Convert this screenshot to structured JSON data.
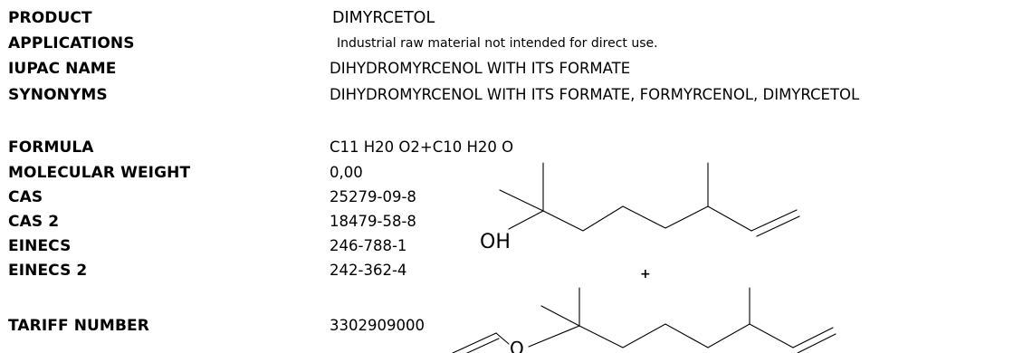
{
  "rows": {
    "product": {
      "label": "PRODUCT",
      "value": "DIMYRCETOL"
    },
    "applications": {
      "label": "APPLICATIONS",
      "value": "Industrial raw material not intended for direct use."
    },
    "iupac": {
      "label": "IUPAC NAME",
      "value": "DIHYDROMYRCENOL WITH ITS FORMATE"
    },
    "synonyms": {
      "label": "SYNONYMS",
      "value": "DIHYDROMYRCENOL WITH ITS FORMATE, FORMYRCENOL, DIMYRCETOL"
    },
    "formula": {
      "label": "FORMULA",
      "value": "C11 H20 O2+C10 H20 O"
    },
    "mw": {
      "label": "MOLECULAR WEIGHT",
      "value": "0,00"
    },
    "cas": {
      "label": "CAS",
      "value": "25279-09-8"
    },
    "cas2": {
      "label": "CAS 2",
      "value": "18479-58-8"
    },
    "einecs": {
      "label": "EINECS",
      "value": "246-788-1"
    },
    "einecs2": {
      "label": "EINECS 2",
      "value": "242-362-4"
    },
    "tariff": {
      "label": "TARIFF NUMBER",
      "value": "3302909000"
    }
  },
  "structure": {
    "oh_label": "OH",
    "plus_label": "+",
    "o_label": "O"
  }
}
